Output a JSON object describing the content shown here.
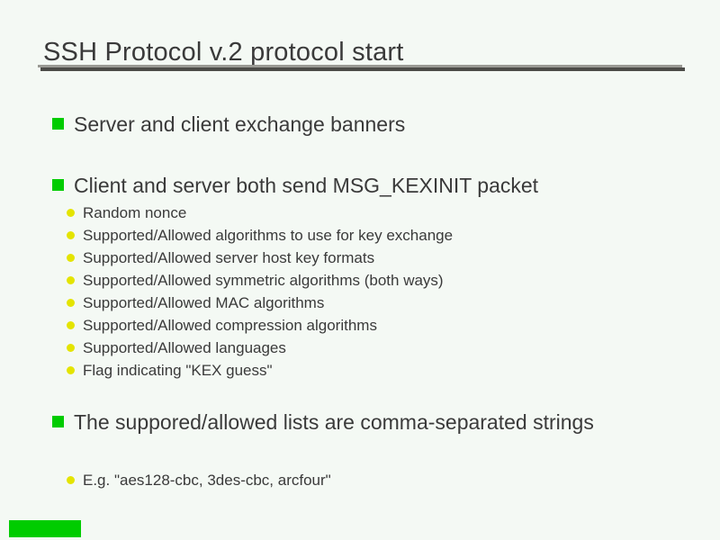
{
  "slide": {
    "title": "SSH Protocol v.2 protocol start",
    "background_color": "#f4f9f4",
    "text_color": "#3a3a3a",
    "accent_green": "#00cc00",
    "bullet_yellow": "#e4e400",
    "rule_light_gray": "#9a9a94",
    "rule_dark_gray": "#4c4c48"
  },
  "bullets": [
    {
      "label": "Server and client exchange banners",
      "sub": []
    },
    {
      "label": "Client and server both send MSG_KEXINIT packet",
      "sub": [
        "Random nonce",
        "Supported/Allowed algorithms to use for key exchange",
        "Supported/Allowed server host key formats",
        "Supported/Allowed symmetric algorithms (both ways)",
        "Supported/Allowed MAC algorithms",
        "Supported/Allowed compression algorithms",
        "Supported/Allowed languages",
        "Flag indicating \"KEX guess\""
      ]
    },
    {
      "label": "The suppored/allowed lists are comma-separated strings",
      "sub": [
        "E.g. \"aes128-cbc, 3des-cbc, arcfour\""
      ]
    }
  ]
}
